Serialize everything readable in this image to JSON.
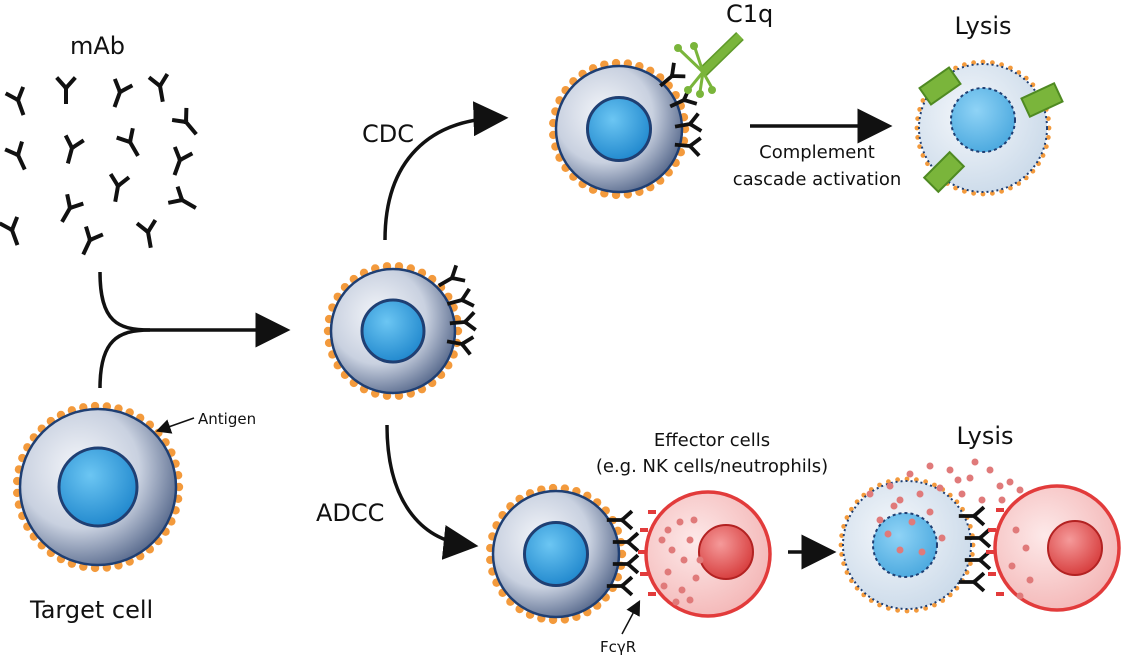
{
  "labels": {
    "mab": "mAb",
    "target_cell": "Target cell",
    "antigen": "Antigen",
    "cdc": "CDC",
    "adcc": "ADCC",
    "c1q": "C1q",
    "lysis_top": "Lysis",
    "lysis_bottom": "Lysis",
    "complement_line1": "Complement",
    "complement_line2": "cascade activation",
    "effector_line1": "Effector cells",
    "effector_line2": "(e.g. NK cells/neutrophils)",
    "fcgr": "FcγR"
  },
  "colors": {
    "cell_outer": "#dde3ee",
    "cell_outer_dark": "#5a6d90",
    "nucleus": "#3fa3dd",
    "membrane": "#1f3f73",
    "antigen": "#f39a3c",
    "c1q_green": "#7ab53b",
    "effector_red": "#e23b3b",
    "granule": "#e07a7a",
    "antibody": "#111111"
  }
}
